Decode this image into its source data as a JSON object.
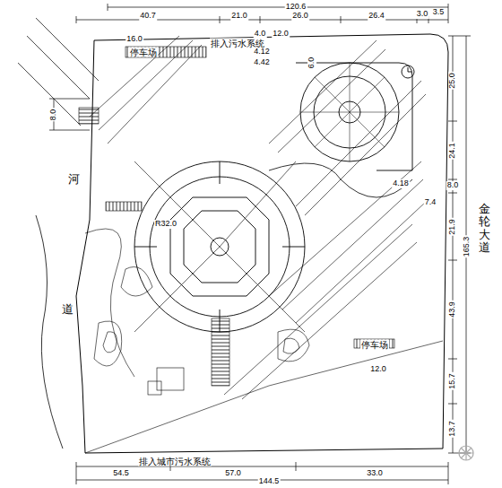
{
  "diagram": {
    "labels": [
      "120.6",
      "40.7",
      "21.0",
      "26.0",
      "26.4",
      "3.0",
      "3.5",
      "16.0",
      "停车场",
      "排入污水系统",
      "4.0",
      "12.0",
      "4.12",
      "4.42",
      "6.0",
      "8.0",
      "河",
      "道",
      "25.0",
      "24.1",
      "8.0",
      "7.4",
      "21.9",
      "43.9",
      "15.7",
      "13.7",
      "165.3",
      "金轮大道",
      "R32.0",
      "4.18",
      "停车场",
      "12.0",
      "排入城市污水系统",
      "54.5",
      "57.0",
      "33.0",
      "144.5"
    ]
  }
}
